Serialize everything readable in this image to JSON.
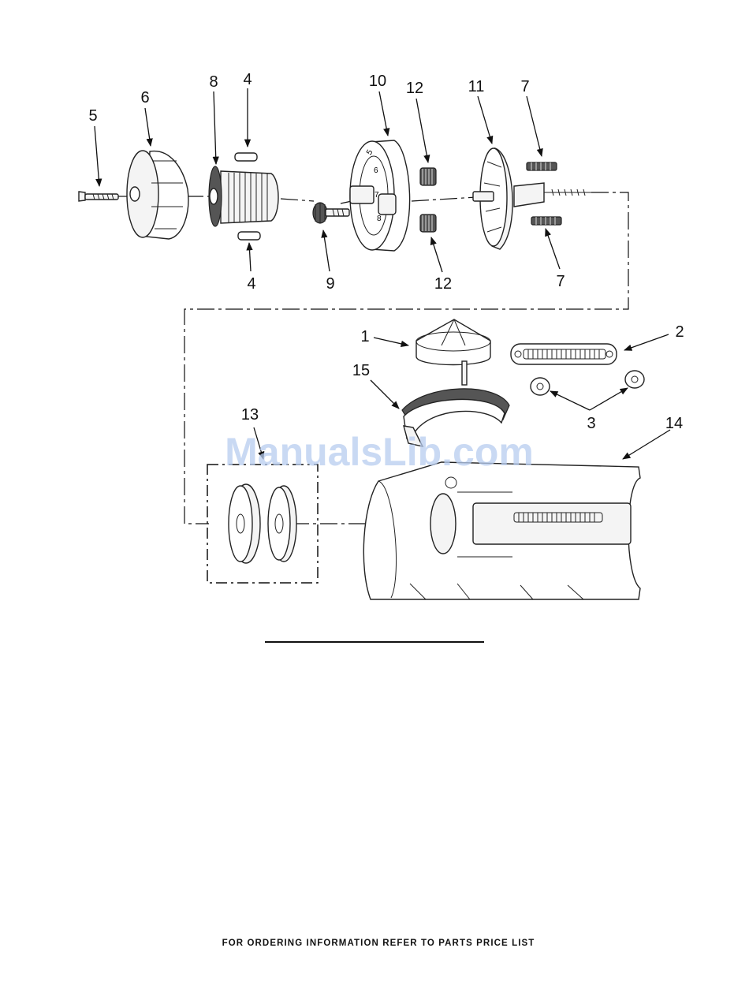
{
  "callouts": [
    {
      "id": "1",
      "text": "1"
    },
    {
      "id": "2",
      "text": "2"
    },
    {
      "id": "3",
      "text": "3"
    },
    {
      "id": "4a",
      "text": "4"
    },
    {
      "id": "4b",
      "text": "4"
    },
    {
      "id": "5",
      "text": "5"
    },
    {
      "id": "6",
      "text": "6"
    },
    {
      "id": "7a",
      "text": "7"
    },
    {
      "id": "7b",
      "text": "7"
    },
    {
      "id": "8",
      "text": "8"
    },
    {
      "id": "9",
      "text": "9"
    },
    {
      "id": "10",
      "text": "10"
    },
    {
      "id": "11",
      "text": "11"
    },
    {
      "id": "12a",
      "text": "12"
    },
    {
      "id": "12b",
      "text": "12"
    },
    {
      "id": "13",
      "text": "13"
    },
    {
      "id": "14",
      "text": "14"
    },
    {
      "id": "15",
      "text": "15"
    }
  ],
  "dial_numbers": [
    "5",
    "6",
    "7",
    "8"
  ],
  "watermark": "ManualsLib.com",
  "footer": "FOR ORDERING INFORMATION REFER TO PARTS PRICE LIST"
}
